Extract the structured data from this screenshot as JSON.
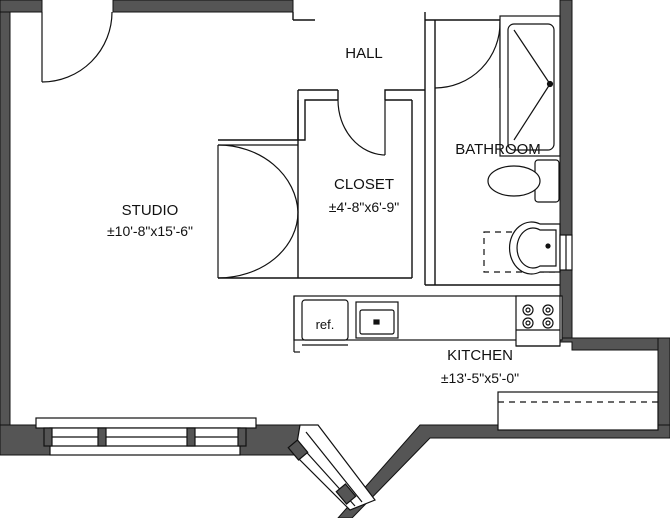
{
  "rooms": {
    "hall": {
      "label": "HALL"
    },
    "bathroom": {
      "label": "BATHROOM"
    },
    "closet": {
      "label": "CLOSET",
      "dimensions": "±4'-8\"x6'-9\""
    },
    "studio": {
      "label": "STUDIO",
      "dimensions": "±10'-8\"x15'-6\""
    },
    "kitchen": {
      "label": "KITCHEN",
      "dimensions": "±13'-5\"x5'-0\""
    }
  },
  "fixtures": {
    "refrigerator": {
      "label": "ref."
    }
  },
  "colors": {
    "wall": "#555555",
    "line": "#111111",
    "window_frame": "#666666"
  }
}
